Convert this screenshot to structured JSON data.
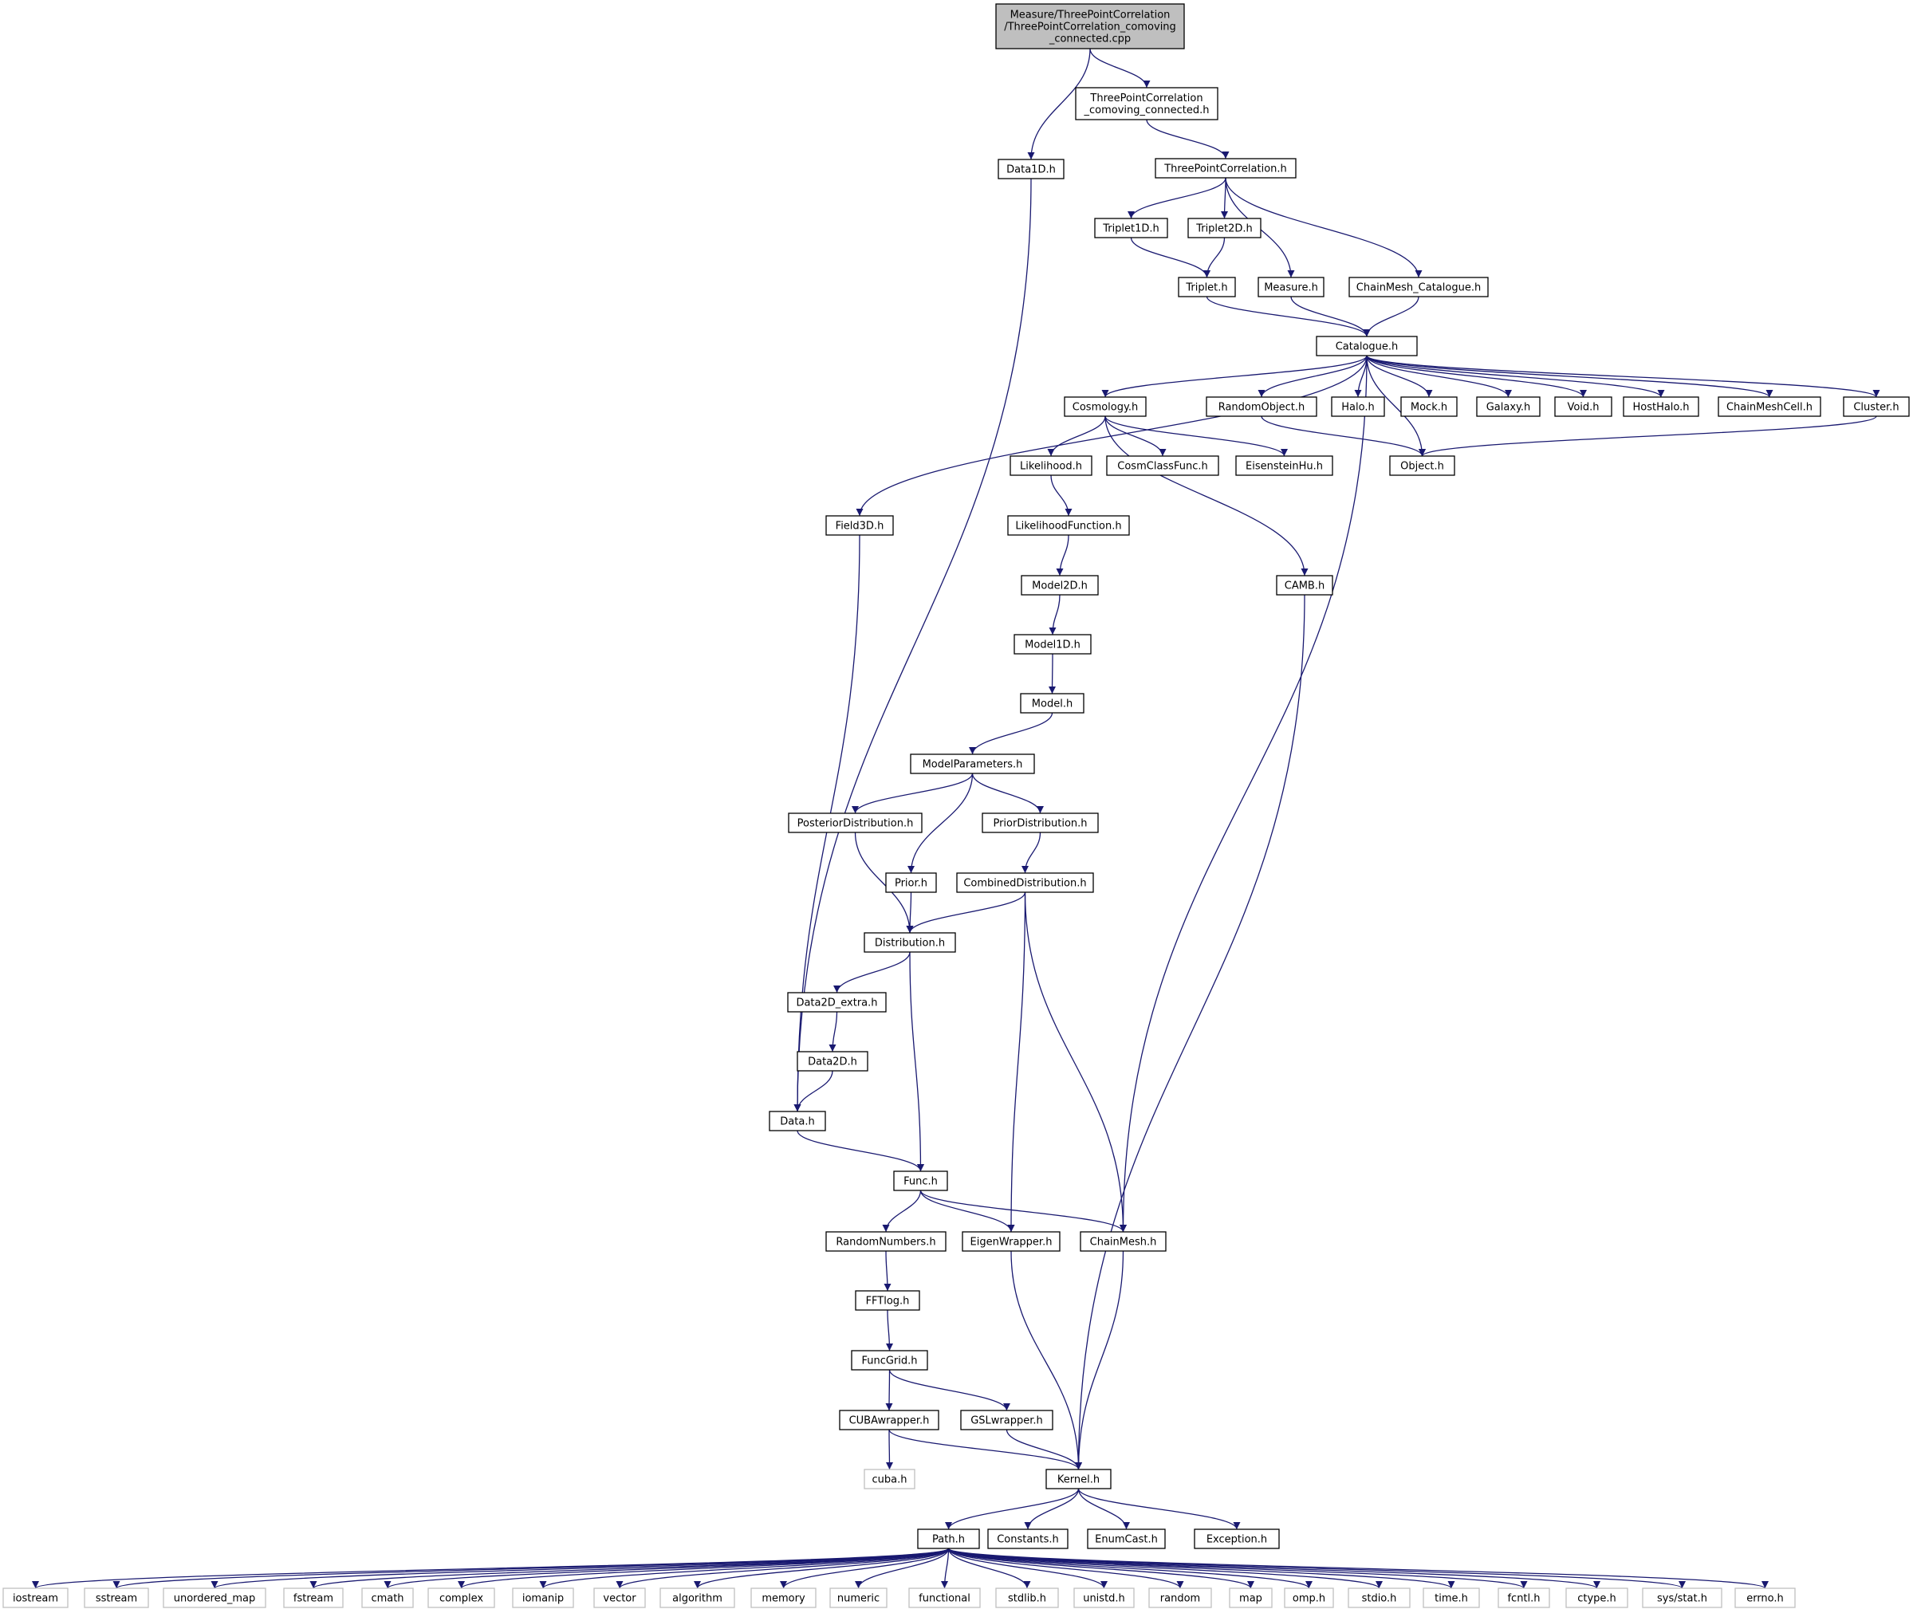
{
  "colors": {
    "edge": "#191970",
    "node_border": "#000000",
    "node_fill": "#ffffff",
    "root_fill": "#bfbfbf",
    "system_border": "#bfbfbf"
  },
  "nodes": [
    {
      "id": "root",
      "kind": "root",
      "lines": [
        "Measure/ThreePointCorrelation",
        "/ThreePointCorrelation_comoving",
        "_connected.cpp"
      ]
    },
    {
      "id": "tpc_comoving_connected",
      "kind": "local",
      "lines": [
        "ThreePointCorrelation",
        "_comoving_connected.h"
      ]
    },
    {
      "id": "data1d",
      "kind": "local",
      "lines": [
        "Data1D.h"
      ]
    },
    {
      "id": "tpc",
      "kind": "local",
      "lines": [
        "ThreePointCorrelation.h"
      ]
    },
    {
      "id": "triplet1d",
      "kind": "local",
      "lines": [
        "Triplet1D.h"
      ]
    },
    {
      "id": "triplet2d",
      "kind": "local",
      "lines": [
        "Triplet2D.h"
      ]
    },
    {
      "id": "triplet",
      "kind": "local",
      "lines": [
        "Triplet.h"
      ]
    },
    {
      "id": "measure",
      "kind": "local",
      "lines": [
        "Measure.h"
      ]
    },
    {
      "id": "chainmesh_catalogue",
      "kind": "local",
      "lines": [
        "ChainMesh_Catalogue.h"
      ]
    },
    {
      "id": "catalogue",
      "kind": "local",
      "lines": [
        "Catalogue.h"
      ]
    },
    {
      "id": "cosmology",
      "kind": "local",
      "lines": [
        "Cosmology.h"
      ]
    },
    {
      "id": "randomobject",
      "kind": "local",
      "lines": [
        "RandomObject.h"
      ]
    },
    {
      "id": "halo",
      "kind": "local",
      "lines": [
        "Halo.h"
      ]
    },
    {
      "id": "mock",
      "kind": "local",
      "lines": [
        "Mock.h"
      ]
    },
    {
      "id": "galaxy",
      "kind": "local",
      "lines": [
        "Galaxy.h"
      ]
    },
    {
      "id": "void",
      "kind": "local",
      "lines": [
        "Void.h"
      ]
    },
    {
      "id": "hosthalo",
      "kind": "local",
      "lines": [
        "HostHalo.h"
      ]
    },
    {
      "id": "chainmeshcell",
      "kind": "local",
      "lines": [
        "ChainMeshCell.h"
      ]
    },
    {
      "id": "cluster",
      "kind": "local",
      "lines": [
        "Cluster.h"
      ]
    },
    {
      "id": "object",
      "kind": "local",
      "lines": [
        "Object.h"
      ]
    },
    {
      "id": "likelihood",
      "kind": "local",
      "lines": [
        "Likelihood.h"
      ]
    },
    {
      "id": "cosmclassfunc",
      "kind": "local",
      "lines": [
        "CosmClassFunc.h"
      ]
    },
    {
      "id": "eisensteinhu",
      "kind": "local",
      "lines": [
        "EisensteinHu.h"
      ]
    },
    {
      "id": "field3d",
      "kind": "local",
      "lines": [
        "Field3D.h"
      ]
    },
    {
      "id": "likelihoodfunction",
      "kind": "local",
      "lines": [
        "LikelihoodFunction.h"
      ]
    },
    {
      "id": "camb",
      "kind": "local",
      "lines": [
        "CAMB.h"
      ]
    },
    {
      "id": "model2d",
      "kind": "local",
      "lines": [
        "Model2D.h"
      ]
    },
    {
      "id": "model1d",
      "kind": "local",
      "lines": [
        "Model1D.h"
      ]
    },
    {
      "id": "model",
      "kind": "local",
      "lines": [
        "Model.h"
      ]
    },
    {
      "id": "modelparameters",
      "kind": "local",
      "lines": [
        "ModelParameters.h"
      ]
    },
    {
      "id": "posteriordistribution",
      "kind": "local",
      "lines": [
        "PosteriorDistribution.h"
      ]
    },
    {
      "id": "priordistribution",
      "kind": "local",
      "lines": [
        "PriorDistribution.h"
      ]
    },
    {
      "id": "prior",
      "kind": "local",
      "lines": [
        "Prior.h"
      ]
    },
    {
      "id": "combineddistribution",
      "kind": "local",
      "lines": [
        "CombinedDistribution.h"
      ]
    },
    {
      "id": "distribution",
      "kind": "local",
      "lines": [
        "Distribution.h"
      ]
    },
    {
      "id": "data2d_extra",
      "kind": "local",
      "lines": [
        "Data2D_extra.h"
      ]
    },
    {
      "id": "data2d",
      "kind": "local",
      "lines": [
        "Data2D.h"
      ]
    },
    {
      "id": "data",
      "kind": "local",
      "lines": [
        "Data.h"
      ]
    },
    {
      "id": "func",
      "kind": "local",
      "lines": [
        "Func.h"
      ]
    },
    {
      "id": "randomnumbers",
      "kind": "local",
      "lines": [
        "RandomNumbers.h"
      ]
    },
    {
      "id": "eigenwrapper",
      "kind": "local",
      "lines": [
        "EigenWrapper.h"
      ]
    },
    {
      "id": "chainmesh",
      "kind": "local",
      "lines": [
        "ChainMesh.h"
      ]
    },
    {
      "id": "fftlog",
      "kind": "local",
      "lines": [
        "FFTlog.h"
      ]
    },
    {
      "id": "funcgrid",
      "kind": "local",
      "lines": [
        "FuncGrid.h"
      ]
    },
    {
      "id": "cubawrapper",
      "kind": "local",
      "lines": [
        "CUBAwrapper.h"
      ]
    },
    {
      "id": "gslwrapper",
      "kind": "local",
      "lines": [
        "GSLwrapper.h"
      ]
    },
    {
      "id": "cuba",
      "kind": "system",
      "lines": [
        "cuba.h"
      ]
    },
    {
      "id": "kernel",
      "kind": "local",
      "lines": [
        "Kernel.h"
      ]
    },
    {
      "id": "path",
      "kind": "local",
      "lines": [
        "Path.h"
      ]
    },
    {
      "id": "constants",
      "kind": "local",
      "lines": [
        "Constants.h"
      ]
    },
    {
      "id": "enumcast",
      "kind": "local",
      "lines": [
        "EnumCast.h"
      ]
    },
    {
      "id": "exception",
      "kind": "local",
      "lines": [
        "Exception.h"
      ]
    },
    {
      "id": "iostream",
      "kind": "system",
      "lines": [
        "iostream"
      ]
    },
    {
      "id": "sstream",
      "kind": "system",
      "lines": [
        "sstream"
      ]
    },
    {
      "id": "unordered_map",
      "kind": "system",
      "lines": [
        "unordered_map"
      ]
    },
    {
      "id": "fstream",
      "kind": "system",
      "lines": [
        "fstream"
      ]
    },
    {
      "id": "cmath",
      "kind": "system",
      "lines": [
        "cmath"
      ]
    },
    {
      "id": "complex",
      "kind": "system",
      "lines": [
        "complex"
      ]
    },
    {
      "id": "iomanip",
      "kind": "system",
      "lines": [
        "iomanip"
      ]
    },
    {
      "id": "vector",
      "kind": "system",
      "lines": [
        "vector"
      ]
    },
    {
      "id": "algorithm",
      "kind": "system",
      "lines": [
        "algorithm"
      ]
    },
    {
      "id": "memory",
      "kind": "system",
      "lines": [
        "memory"
      ]
    },
    {
      "id": "numeric",
      "kind": "system",
      "lines": [
        "numeric"
      ]
    },
    {
      "id": "functional",
      "kind": "system",
      "lines": [
        "functional"
      ]
    },
    {
      "id": "stdlib",
      "kind": "system",
      "lines": [
        "stdlib.h"
      ]
    },
    {
      "id": "unistd",
      "kind": "system",
      "lines": [
        "unistd.h"
      ]
    },
    {
      "id": "random",
      "kind": "system",
      "lines": [
        "random"
      ]
    },
    {
      "id": "map",
      "kind": "system",
      "lines": [
        "map"
      ]
    },
    {
      "id": "omp",
      "kind": "system",
      "lines": [
        "omp.h"
      ]
    },
    {
      "id": "stdio",
      "kind": "system",
      "lines": [
        "stdio.h"
      ]
    },
    {
      "id": "time",
      "kind": "system",
      "lines": [
        "time.h"
      ]
    },
    {
      "id": "fcntl",
      "kind": "system",
      "lines": [
        "fcntl.h"
      ]
    },
    {
      "id": "ctype",
      "kind": "system",
      "lines": [
        "ctype.h"
      ]
    },
    {
      "id": "sysstat",
      "kind": "system",
      "lines": [
        "sys/stat.h"
      ]
    },
    {
      "id": "errno",
      "kind": "system",
      "lines": [
        "errno.h"
      ]
    }
  ],
  "edges": [
    [
      "root",
      "tpc_comoving_connected"
    ],
    [
      "root",
      "data1d"
    ],
    [
      "tpc_comoving_connected",
      "tpc"
    ],
    [
      "data1d",
      "data"
    ],
    [
      "tpc",
      "triplet1d"
    ],
    [
      "tpc",
      "triplet2d"
    ],
    [
      "tpc",
      "measure"
    ],
    [
      "tpc",
      "chainmesh_catalogue"
    ],
    [
      "triplet1d",
      "triplet"
    ],
    [
      "triplet2d",
      "triplet"
    ],
    [
      "triplet",
      "catalogue"
    ],
    [
      "measure",
      "catalogue"
    ],
    [
      "chainmesh_catalogue",
      "catalogue"
    ],
    [
      "catalogue",
      "field3d"
    ],
    [
      "catalogue",
      "chainmesh"
    ],
    [
      "catalogue",
      "cosmology"
    ],
    [
      "catalogue",
      "object"
    ],
    [
      "catalogue",
      "randomobject"
    ],
    [
      "catalogue",
      "halo"
    ],
    [
      "catalogue",
      "mock"
    ],
    [
      "catalogue",
      "galaxy"
    ],
    [
      "catalogue",
      "void"
    ],
    [
      "catalogue",
      "hosthalo"
    ],
    [
      "catalogue",
      "chainmeshcell"
    ],
    [
      "catalogue",
      "cluster"
    ],
    [
      "randomobject",
      "object"
    ],
    [
      "cluster",
      "object"
    ],
    [
      "cosmology",
      "likelihood"
    ],
    [
      "cosmology",
      "cosmclassfunc"
    ],
    [
      "cosmology",
      "eisensteinhu"
    ],
    [
      "cosmology",
      "camb"
    ],
    [
      "likelihood",
      "likelihoodfunction"
    ],
    [
      "likelihoodfunction",
      "model2d"
    ],
    [
      "model2d",
      "model1d"
    ],
    [
      "model1d",
      "model"
    ],
    [
      "model",
      "modelparameters"
    ],
    [
      "modelparameters",
      "posteriordistribution"
    ],
    [
      "modelparameters",
      "prior"
    ],
    [
      "modelparameters",
      "priordistribution"
    ],
    [
      "priordistribution",
      "combineddistribution"
    ],
    [
      "posteriordistribution",
      "distribution"
    ],
    [
      "prior",
      "distribution"
    ],
    [
      "combineddistribution",
      "distribution"
    ],
    [
      "combineddistribution",
      "eigenwrapper"
    ],
    [
      "combineddistribution",
      "chainmesh"
    ],
    [
      "field3d",
      "data"
    ],
    [
      "distribution",
      "data2d_extra"
    ],
    [
      "distribution",
      "func"
    ],
    [
      "data2d_extra",
      "data2d"
    ],
    [
      "data2d",
      "data"
    ],
    [
      "data",
      "func"
    ],
    [
      "func",
      "randomnumbers"
    ],
    [
      "func",
      "eigenwrapper"
    ],
    [
      "func",
      "chainmesh"
    ],
    [
      "randomnumbers",
      "fftlog"
    ],
    [
      "fftlog",
      "funcgrid"
    ],
    [
      "funcgrid",
      "cubawrapper"
    ],
    [
      "funcgrid",
      "gslwrapper"
    ],
    [
      "cubawrapper",
      "cuba"
    ],
    [
      "cubawrapper",
      "kernel"
    ],
    [
      "gslwrapper",
      "kernel"
    ],
    [
      "eigenwrapper",
      "kernel"
    ],
    [
      "chainmesh",
      "kernel"
    ],
    [
      "camb",
      "kernel"
    ],
    [
      "kernel",
      "path"
    ],
    [
      "kernel",
      "constants"
    ],
    [
      "kernel",
      "enumcast"
    ],
    [
      "kernel",
      "exception"
    ],
    [
      "path",
      "iostream"
    ],
    [
      "path",
      "sstream"
    ],
    [
      "path",
      "unordered_map"
    ],
    [
      "path",
      "fstream"
    ],
    [
      "path",
      "cmath"
    ],
    [
      "path",
      "complex"
    ],
    [
      "path",
      "iomanip"
    ],
    [
      "path",
      "vector"
    ],
    [
      "path",
      "algorithm"
    ],
    [
      "path",
      "memory"
    ],
    [
      "path",
      "numeric"
    ],
    [
      "path",
      "functional"
    ],
    [
      "path",
      "stdlib"
    ],
    [
      "path",
      "unistd"
    ],
    [
      "path",
      "random"
    ],
    [
      "path",
      "map"
    ],
    [
      "path",
      "omp"
    ],
    [
      "path",
      "stdio"
    ],
    [
      "path",
      "time"
    ],
    [
      "path",
      "fcntl"
    ],
    [
      "path",
      "ctype"
    ],
    [
      "path",
      "sysstat"
    ],
    [
      "path",
      "errno"
    ]
  ]
}
